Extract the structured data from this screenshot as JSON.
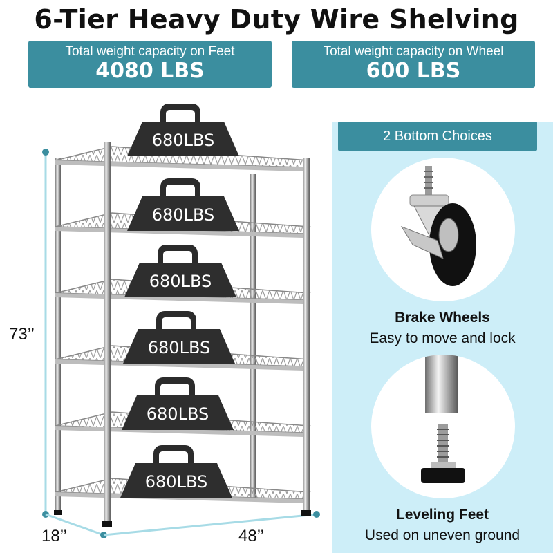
{
  "title": "6-Tier Heavy Duty Wire Shelving",
  "capacity_feet": {
    "label": "Total weight capacity on Feet",
    "value": "4080 LBS"
  },
  "capacity_wheel": {
    "label": "Total weight capacity on Wheel",
    "value": "600 LBS"
  },
  "bottom_choices": {
    "header": "2 Bottom Choices",
    "options": [
      {
        "title": "Brake Wheels",
        "subtitle": "Easy to move and lock",
        "icon": "caster-wheel-icon"
      },
      {
        "title": "Leveling Feet",
        "subtitle": "Used on uneven ground",
        "icon": "leveling-foot-icon"
      }
    ]
  },
  "dimensions": {
    "height": "73’’",
    "depth": "18’’",
    "width": "48’’"
  },
  "weights": [
    "680LBS",
    "680LBS",
    "680LBS",
    "680LBS",
    "680LBS",
    "680LBS"
  ],
  "colors": {
    "accent": "#3b8e9f",
    "panel": "#cdeef8",
    "weight": "#2b2b2b",
    "dim_line": "#a7dbe6"
  }
}
